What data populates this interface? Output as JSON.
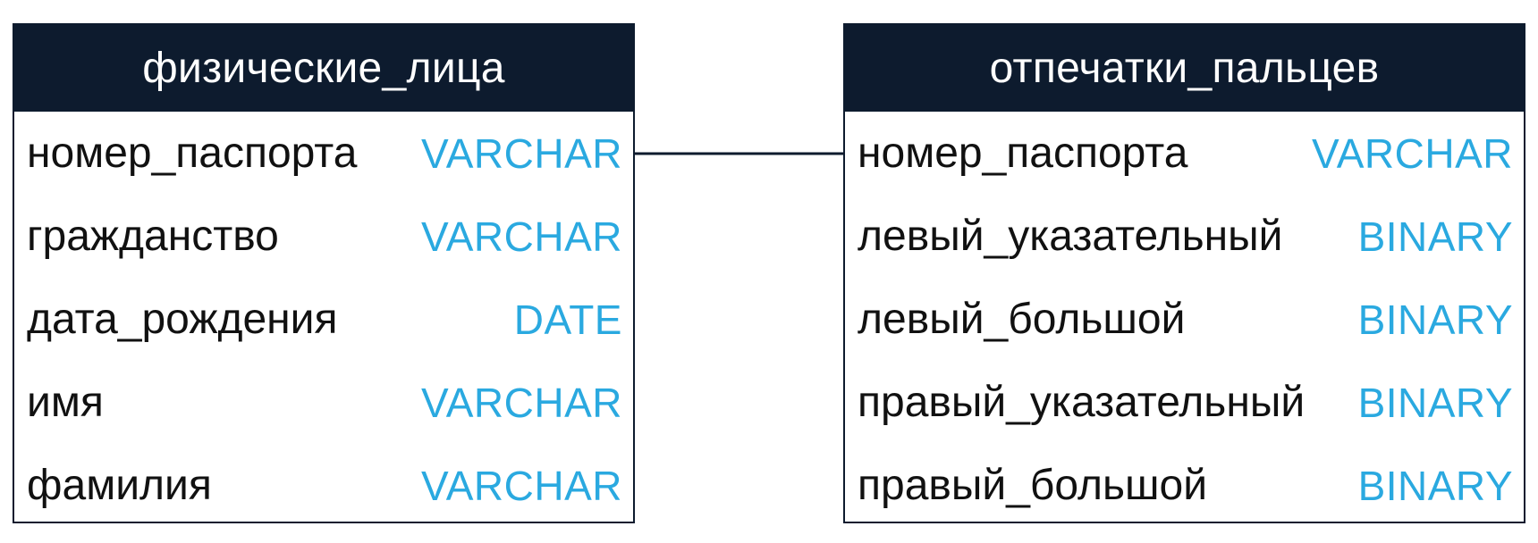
{
  "tables": [
    {
      "title": "физические_лица",
      "fields": [
        {
          "name": "номер_паспорта",
          "type": "VARCHAR"
        },
        {
          "name": "гражданство",
          "type": "VARCHAR"
        },
        {
          "name": "дата_рождения",
          "type": "DATE"
        },
        {
          "name": "имя",
          "type": "VARCHAR"
        },
        {
          "name": "фамилия",
          "type": "VARCHAR"
        }
      ]
    },
    {
      "title": "отпечатки_пальцев",
      "fields": [
        {
          "name": "номер_паспорта",
          "type": "VARCHAR"
        },
        {
          "name": "левый_указательный",
          "type": "BINARY"
        },
        {
          "name": "левый_большой",
          "type": "BINARY"
        },
        {
          "name": "правый_указательный",
          "type": "BINARY"
        },
        {
          "name": "правый_большой",
          "type": "BINARY"
        }
      ]
    }
  ],
  "colors": {
    "header_bg": "#0d1b2e",
    "type_text": "#2aa9e0",
    "border": "#0d1b2e"
  }
}
